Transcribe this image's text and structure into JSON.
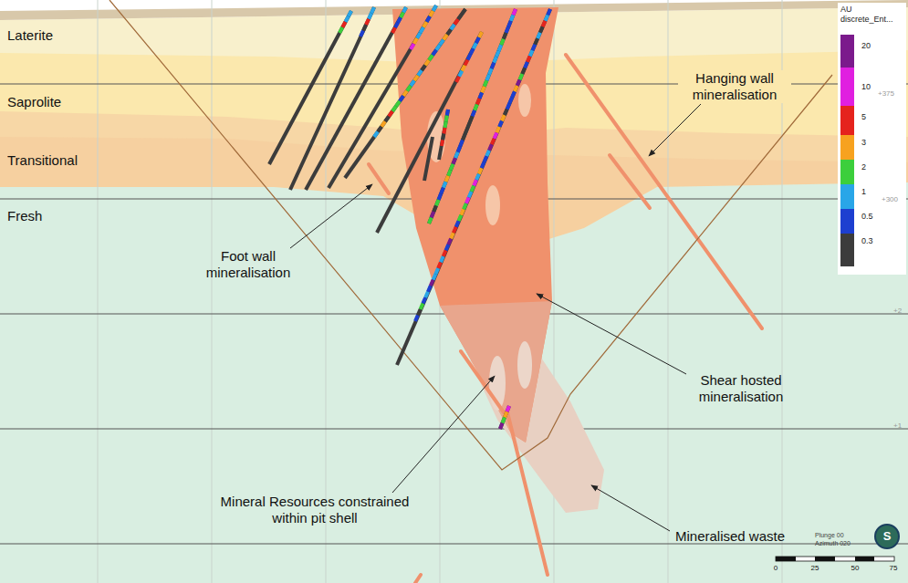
{
  "diagram": {
    "labels": [
      "Laterite",
      "Saprolite",
      "Transitional",
      "Fresh",
      "Hanging wall mineralisation",
      "Foot wall mineralisation",
      "Shear hosted mineralisation",
      "Mineral Resources constrained within pit shell",
      "Mineralised waste",
      "AU discrete_Ent...",
      "+375",
      "+300",
      "+2",
      "+1",
      "Plunge 00",
      "Azimuth 020",
      "S",
      "0",
      "25",
      "50",
      "75"
    ],
    "legend": [
      {
        "text": "20",
        "color": "#7b1a8c"
      },
      {
        "text": "10",
        "color": "#e01fe0"
      },
      {
        "text": "5",
        "color": "#e5231d"
      },
      {
        "text": "3",
        "color": "#f7a21f"
      },
      {
        "text": "2",
        "color": "#3ccf3c"
      },
      {
        "text": "1",
        "color": "#29a6e8"
      },
      {
        "text": "0.5",
        "color": "#1d3fd0"
      },
      {
        "text": "0.3",
        "color": "#3c3c3c"
      }
    ]
  }
}
